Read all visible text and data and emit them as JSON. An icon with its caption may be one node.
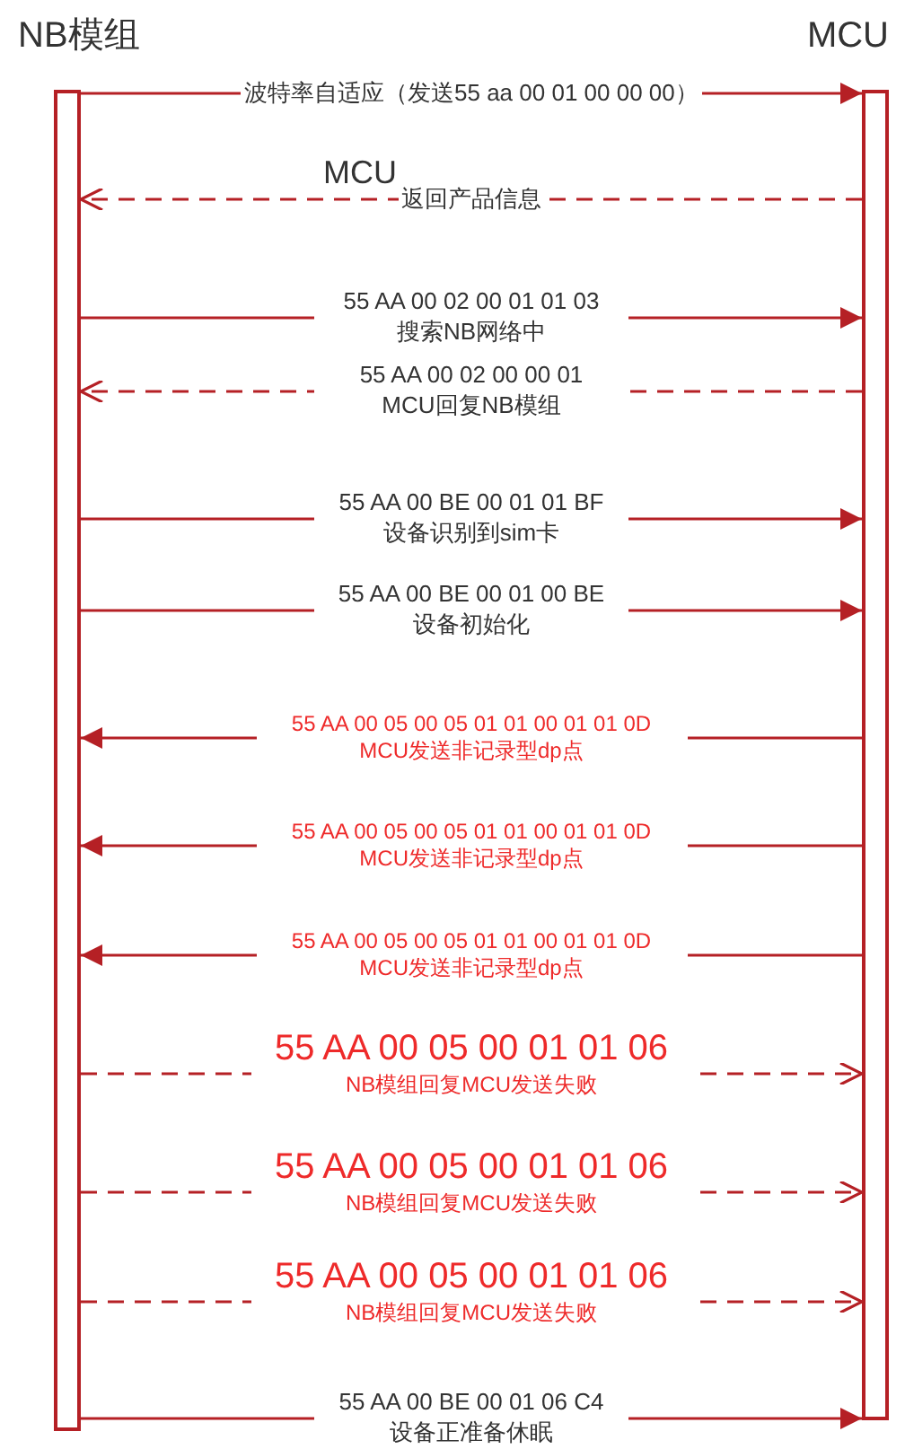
{
  "diagram": {
    "nodes": [
      {
        "text": [
          "NB模组"
        ]
      },
      {
        "text": [
          "MCU"
        ]
      }
    ],
    "edges": [
      {
        "from": 0,
        "to": 1,
        "arrow": "to",
        "label": "波特率自适应（发送55 aa 00 01 00 00 00）"
      },
      {
        "from": 1,
        "to": 0,
        "arrow": "to",
        "style": "dashed",
        "label": "返回产品信息"
      },
      {
        "from": 0,
        "to": 1,
        "arrow": "to",
        "label": "55 AA 00 02 00 01 01 03 搜索NB网络中"
      },
      {
        "from": 1,
        "to": 0,
        "arrow": "to",
        "style": "dashed",
        "label": "55 AA 00 02 00 00 01 MCU回复NB模组"
      },
      {
        "from": 0,
        "to": 1,
        "arrow": "to",
        "label": "55 AA 00 BE 00 01 01 BF 设备识别到sim卡"
      },
      {
        "from": 0,
        "to": 1,
        "arrow": "to",
        "label": "55 AA 00 BE 00 01 00 BE 设备初始化"
      },
      {
        "from": 1,
        "to": 0,
        "arrow": "to",
        "label": "55 AA 00 05 00 05 01 01 00 01 01 0D MCU发送非记录型dp点"
      },
      {
        "from": 1,
        "to": 0,
        "arrow": "to",
        "label": "55 AA 00 05 00 05 01 01 00 01 01 0D MCU发送非记录型dp点"
      },
      {
        "from": 1,
        "to": 0,
        "arrow": "to",
        "label": "55 AA 00 05 00 05 01 01 00 01 01 0D MCU发送非记录型dp点"
      },
      {
        "from": 0,
        "to": 1,
        "arrow": "to",
        "style": "dashed",
        "label": "55 AA 00 05 00 01 01 06 NB模组回复MCU发送失败"
      },
      {
        "from": 0,
        "to": 1,
        "arrow": "to",
        "style": "dashed",
        "label": "55 AA 00 05 00 01 01 06 NB模组回复MCU发送失败"
      },
      {
        "from": 0,
        "to": 1,
        "arrow": "to",
        "style": "dashed",
        "label": "55 AA 00 05 00 01 01 06 NB模组回复MCU发送失败"
      },
      {
        "from": 0,
        "to": 1,
        "arrow": "to",
        "label": "55 AA 00 BE 00 01 06 C4 设备正准备休眠"
      }
    ],
    "labels": [
      "MCU"
    ]
  }
}
